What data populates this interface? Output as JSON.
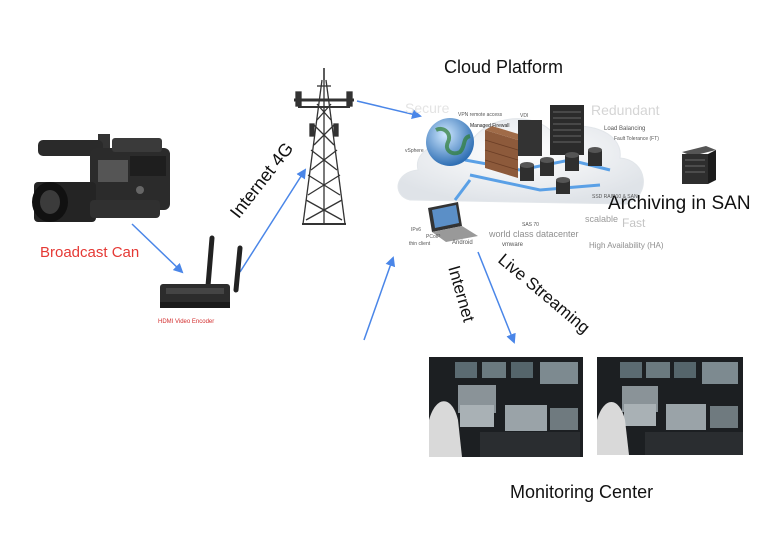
{
  "labels": {
    "cloud_platform": "Cloud Platform",
    "archiving": "Archiving in SAN",
    "broadcast_camera": "Broadcast Can",
    "encoder": "HDMI Video Encoder",
    "internet_4g": "Internet 4G",
    "internet": "Internet",
    "live_streaming": "Live Streaming",
    "monitoring_center": "Monitoring Center"
  },
  "cloud_texts": {
    "secure": "Secure",
    "redundant": "Redundant",
    "vpn": "VPN remote access",
    "vdi": "VDI",
    "managed_firewall": "Managed Firewall",
    "load_balancing": "Load Balancing",
    "fault_tolerance": "Fault Tolerance (FT)",
    "vsphere": "vSphere",
    "ssd_raid": "SSD RAID10 & SAN",
    "scalable": "scalable",
    "fast": "Fast",
    "sas70": "SAS 70",
    "world_class": "world class datacenter",
    "ipv6": "IPv6",
    "pcoip": "PCoIP",
    "thin_client": "thin client",
    "android": "Android",
    "vmware": "vmware",
    "high_availability": "High Availability (HA)"
  },
  "colors": {
    "arrow": "#4a86e8",
    "camera_label": "#e53935",
    "encoder_label": "#d32f2f"
  }
}
